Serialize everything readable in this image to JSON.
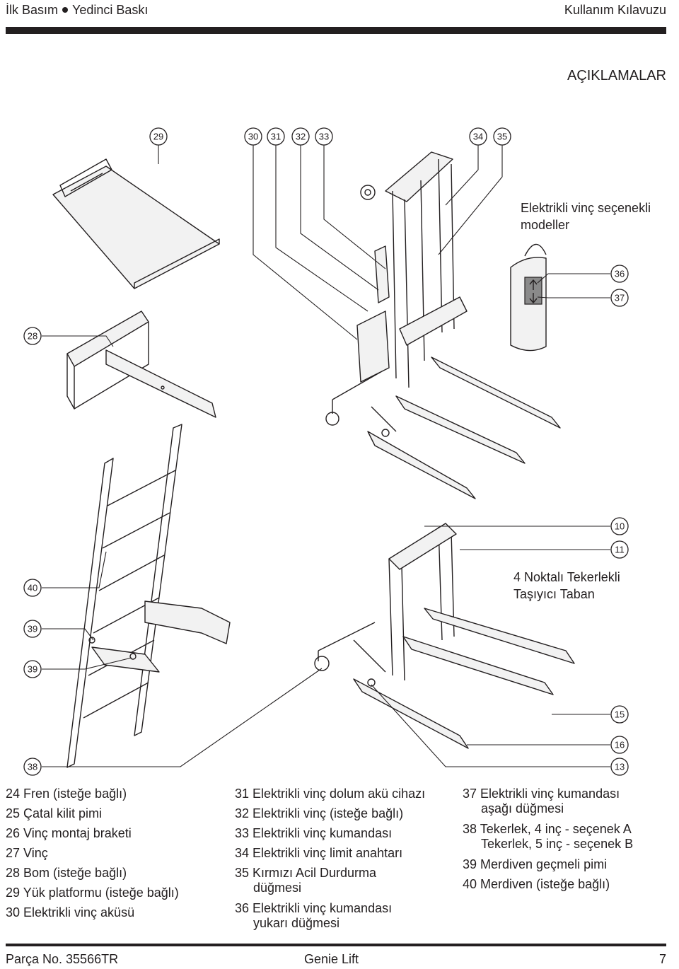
{
  "header": {
    "left_a": "İlk Basım",
    "left_b": "Yedinci Baskı",
    "right": "Kullanım Kılavuzu"
  },
  "section_title": "AÇIKLAMALAR",
  "captions": {
    "winch_models_line1": "Elektrikli vinç seçenekli",
    "winch_models_line2": "modeller",
    "caster_base_line1": "4 Noktalı Tekerlekli",
    "caster_base_line2": "Taşıyıcı Taban"
  },
  "callouts": {
    "c29": "29",
    "c30": "30",
    "c31": "31",
    "c32": "32",
    "c33": "33",
    "c34": "34",
    "c35": "35",
    "c36": "36",
    "c37": "37",
    "c28": "28",
    "c10": "10",
    "c11": "11",
    "c40": "40",
    "c39a": "39",
    "c39b": "39",
    "c15": "15",
    "c16": "16",
    "c38": "38",
    "c13": "13"
  },
  "legend": {
    "col1": [
      "24 Fren (isteğe bağlı)",
      "25 Çatal kilit pimi",
      "26 Vinç montaj braketi",
      "27 Vinç",
      "28 Bom (isteğe bağlı)",
      "29 Yük platformu (isteğe bağlı)",
      "30 Elektrikli vinç aküsü"
    ],
    "col2": [
      {
        "main": "31 Elektrikli vinç dolum akü cihazı",
        "cont": ""
      },
      {
        "main": "32 Elektrikli vinç (isteğe bağlı)",
        "cont": ""
      },
      {
        "main": "33 Elektrikli vinç kumandası",
        "cont": ""
      },
      {
        "main": "34 Elektrikli vinç limit anahtarı",
        "cont": ""
      },
      {
        "main": "35 Kırmızı Acil Durdurma",
        "cont": "düğmesi"
      },
      {
        "main": "36 Elektrikli vinç kumandası",
        "cont": "yukarı düğmesi"
      }
    ],
    "col3": [
      {
        "main": "37 Elektrikli vinç kumandası",
        "cont": "aşağı düğmesi"
      },
      {
        "main": "38 Tekerlek, 4 inç - seçenek A",
        "cont": "Tekerlek, 5 inç - seçenek B"
      },
      {
        "main": "39 Merdiven geçmeli pimi",
        "cont": ""
      },
      {
        "main": "40 Merdiven (isteğe bağlı)",
        "cont": ""
      }
    ]
  },
  "footer": {
    "part_no": "Parça No. 35566TR",
    "product": "Genie Lift",
    "page": "7"
  }
}
